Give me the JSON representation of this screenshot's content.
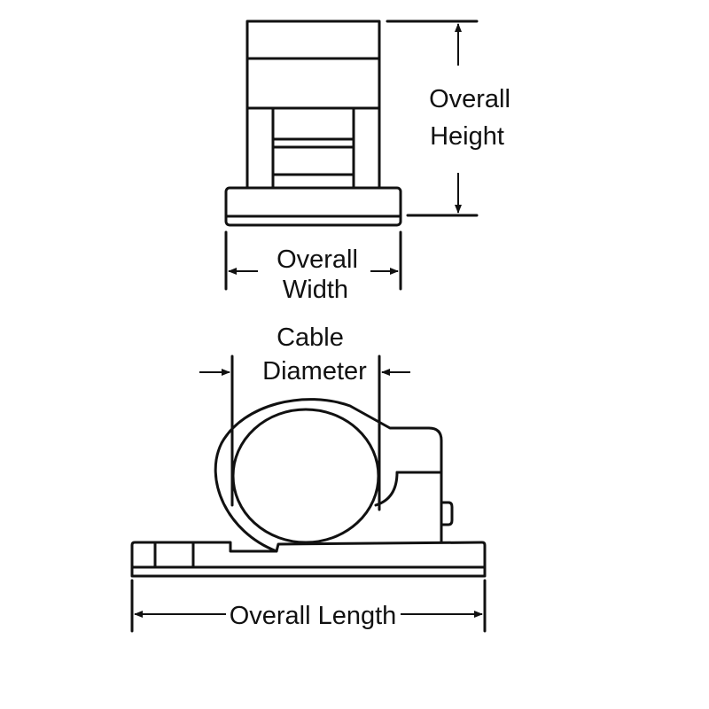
{
  "labels": {
    "overall_height": [
      "Overall",
      "Height"
    ],
    "overall_width": [
      "Overall",
      "Width"
    ],
    "cable_diameter": [
      "Cable",
      "Diameter"
    ],
    "overall_length": "Overall Length"
  }
}
